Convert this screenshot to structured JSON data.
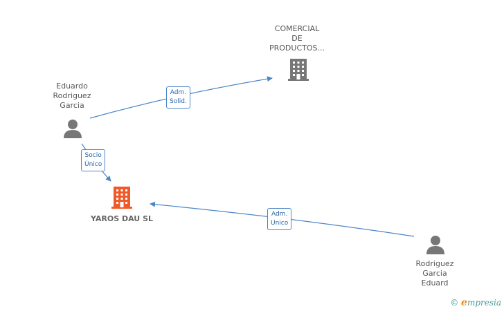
{
  "colors": {
    "edge": "#4a86c8",
    "person_icon": "#777777",
    "company_icon": "#777777",
    "main_company_icon": "#f05a28"
  },
  "nodes": {
    "eduardo": {
      "lines": [
        "Eduardo",
        "Rodriguez",
        "Garcia"
      ],
      "icon": "person-icon"
    },
    "comercial": {
      "lines": [
        "COMERCIAL",
        "DE",
        "PRODUCTOS..."
      ],
      "icon": "building-icon"
    },
    "yaros": {
      "label": "YAROS DAU SL",
      "icon": "building-icon"
    },
    "rodriguez": {
      "lines": [
        "Rodriguez",
        "Garcia",
        "Eduard"
      ],
      "icon": "person-icon"
    }
  },
  "edges": {
    "adm_solid": {
      "lines": [
        "Adm.",
        "Solid."
      ]
    },
    "socio_unico": {
      "lines": [
        "Socio",
        "Único"
      ]
    },
    "adm_unico": {
      "lines": [
        "Adm.",
        "Unico"
      ]
    }
  },
  "brand": {
    "copyright": "©",
    "e": "e",
    "name": "mpresia"
  }
}
